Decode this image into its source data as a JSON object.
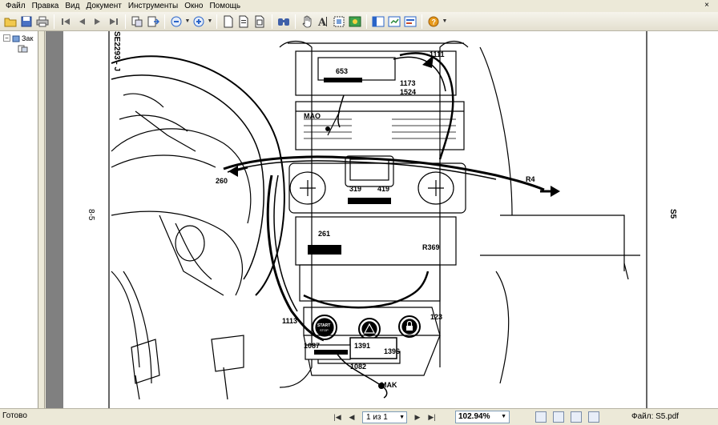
{
  "menubar": {
    "items": [
      "Файл",
      "Правка",
      "Вид",
      "Документ",
      "Инструменты",
      "Окно",
      "Помощь"
    ],
    "close_glyph": "×"
  },
  "toolbar": {
    "icons": [
      "open-icon",
      "save-icon",
      "print-icon",
      "first-page-icon",
      "previous-page-icon",
      "next-page-icon",
      "last-page-icon",
      "rotate-icon",
      "export-icon",
      "zoom-out-icon",
      "zoom-in-icon",
      "page-icon",
      "double-page-icon",
      "fit-page-icon",
      "find-icon",
      "hand-tool-icon",
      "text-select-icon",
      "snapshot-icon",
      "image-icon",
      "thumbnails-icon",
      "bookmarks-icon",
      "annotation-icon",
      "help-icon"
    ]
  },
  "navpanel": {
    "root_label": "Зак",
    "expander": "−"
  },
  "page": {
    "left_margin_text": "8-5",
    "top_code": "SE2293 - J",
    "right_margin_text": "S5",
    "labels": {
      "l653": "653",
      "l1111": "1111",
      "l1173": "1173",
      "l1524": "1524",
      "lmao": "MAO",
      "l260": "260",
      "lr4": "R4",
      "l319": "319",
      "l419": "419",
      "l261": "261",
      "lr369": "R369",
      "l1113": "1113",
      "l123": "123",
      "l1087": "1087",
      "l1391": "1391",
      "l1396": "1396",
      "l1082": "1082",
      "lmak": "MAK",
      "start_top": "START",
      "start_bottom": "STOP"
    }
  },
  "statusbar": {
    "status": "Готово",
    "page_indicator": "1 из 1",
    "zoom": "102.94%",
    "file": "Файл: S5.pdf"
  },
  "colors": {
    "chrome": "#ece9d8",
    "document_background": "#808080",
    "accent": "#316ac5"
  }
}
